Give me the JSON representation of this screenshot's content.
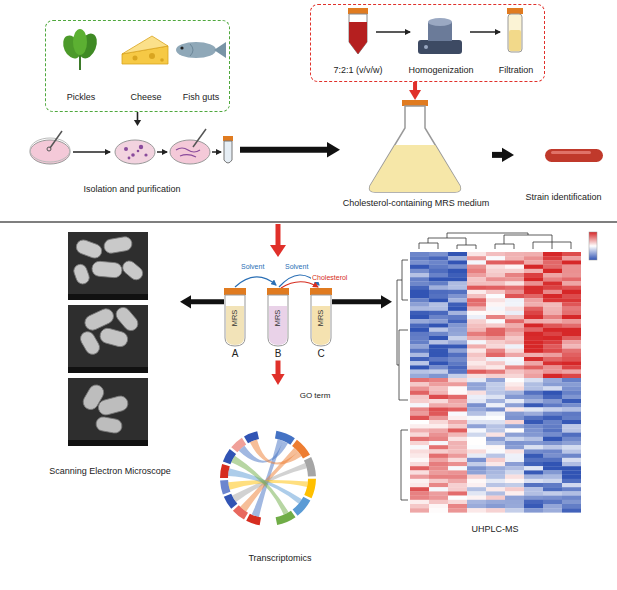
{
  "diagram": {
    "nodes": [
      {
        "text": [
          "Pickles",
          "Cheese",
          "Fish guts"
        ]
      },
      {
        "text": [
          "Isolation and purification"
        ]
      },
      {
        "text": [
          "7:2:1 (v/v/w)",
          "Homogenization",
          "Filtration"
        ]
      },
      {
        "text": [
          "Cholesterol-containing MRS medium"
        ]
      },
      {
        "text": [
          "Strain identification"
        ]
      },
      {
        "text": [
          "MRS",
          "A"
        ]
      },
      {
        "text": [
          "MRS",
          "B"
        ]
      },
      {
        "text": [
          "MRS",
          "C"
        ]
      },
      {
        "text": [
          "Scanning Electron Microscope"
        ]
      },
      {
        "text": [
          "GO term",
          "Transcriptomics"
        ]
      },
      {
        "text": [
          "UHPLC-MS"
        ]
      }
    ],
    "edges": [
      {
        "from": 0,
        "to": 1,
        "arrow": "to"
      },
      {
        "from": 1,
        "to": 3,
        "arrow": "to"
      },
      {
        "from": 2,
        "to": 3,
        "arrow": "to"
      },
      {
        "from": 3,
        "to": 4,
        "arrow": "to"
      },
      {
        "from": 5,
        "to": 8,
        "arrow": "to"
      },
      {
        "from": 7,
        "to": 10,
        "arrow": "to"
      },
      {
        "from": 6,
        "to": 9,
        "arrow": "to"
      }
    ],
    "labels": [
      "Solvent",
      "Solvent",
      "Cholesterol"
    ]
  }
}
